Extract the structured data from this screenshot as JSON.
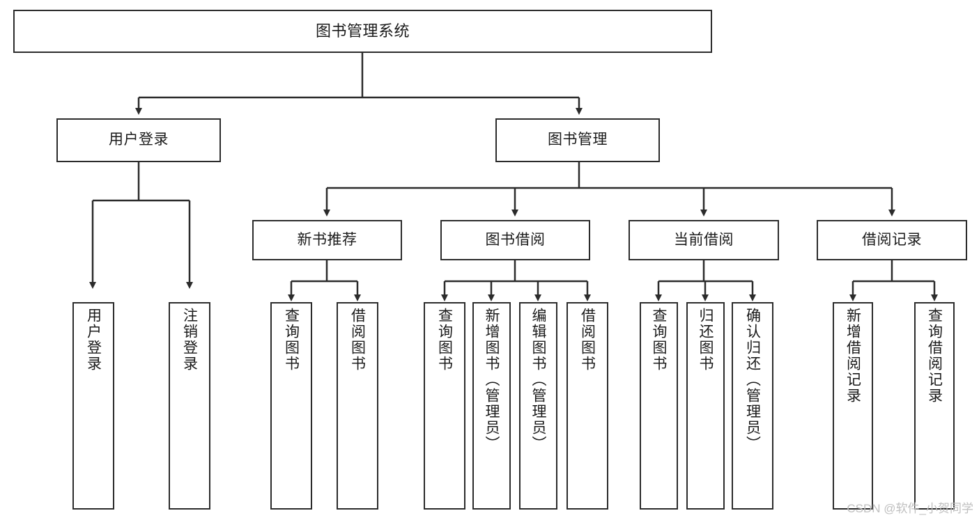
{
  "diagram": {
    "title": "图书管理系统",
    "type": "tree-hierarchy-chart",
    "colors": {
      "border": "#2b2b2b",
      "background": "#ffffff",
      "text": "#1a1a1a",
      "watermark": "#bfbfbf"
    },
    "levels": {
      "root": {
        "label": "图书管理系统"
      },
      "level2": [
        {
          "label": "用户登录"
        },
        {
          "label": "图书管理"
        }
      ],
      "level3": [
        {
          "label": "新书推荐"
        },
        {
          "label": "图书借阅"
        },
        {
          "label": "当前借阅"
        },
        {
          "label": "借阅记录"
        }
      ],
      "leaves_user_login": [
        {
          "label": "用户登录"
        },
        {
          "label": "注销登录"
        }
      ],
      "leaves_new_book": [
        {
          "label": "查询图书"
        },
        {
          "label": "借阅图书"
        }
      ],
      "leaves_borrow": [
        {
          "label": "查询图书"
        },
        {
          "label": "新增图书（管理员）"
        },
        {
          "label": "编辑图书（管理员）"
        },
        {
          "label": "借阅图书"
        }
      ],
      "leaves_current": [
        {
          "label": "查询图书"
        },
        {
          "label": "归还图书"
        },
        {
          "label": "确认归还（管理员）"
        }
      ],
      "leaves_records": [
        {
          "label": "新增借阅记录"
        },
        {
          "label": "查询借阅记录"
        }
      ]
    },
    "watermark": "CSDN @软件_小贺同学"
  }
}
